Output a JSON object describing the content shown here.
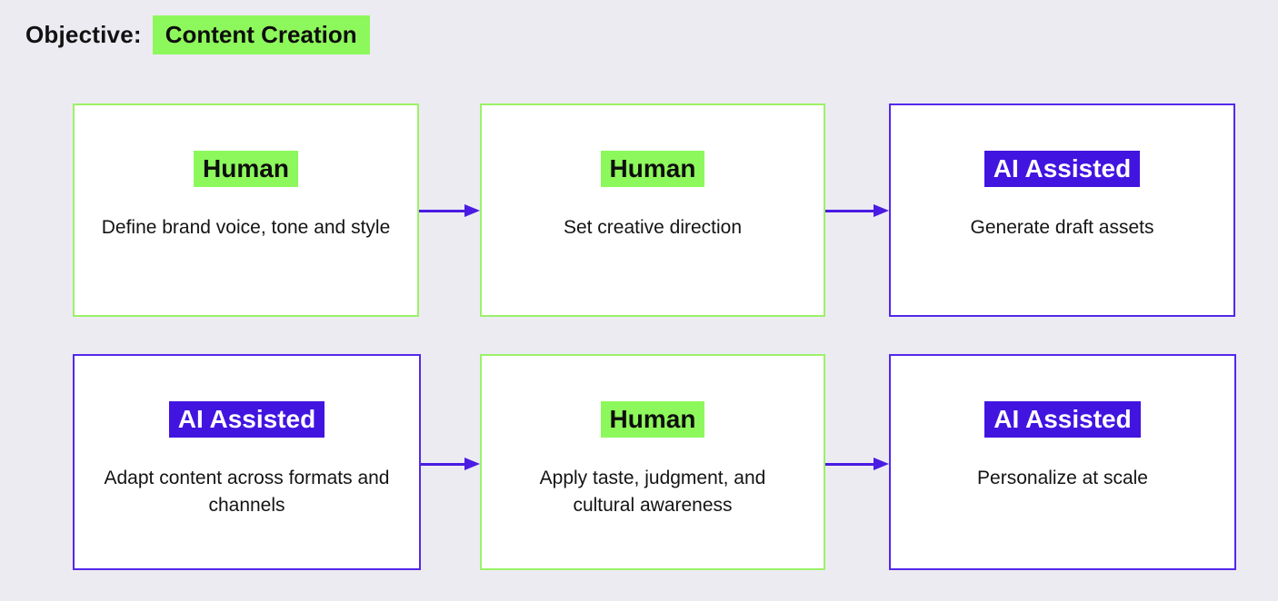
{
  "header": {
    "label": "Objective:",
    "objective": "Content Creation"
  },
  "colors": {
    "page_bg": "#ECEBF2",
    "box_bg": "#FFFFFF",
    "green_highlight": "#8DF85C",
    "green_border": "#9BF168",
    "blue_highlight": "#4214E0",
    "blue_border": "#5328EA",
    "arrow_color": "#4A1BE2",
    "text_dark": "#141414",
    "text_on_blue": "#FFFFFF"
  },
  "diagram": {
    "rows": [
      {
        "boxes": [
          {
            "type": "Human",
            "label": "Human",
            "description": "Define brand voice, tone and style"
          },
          {
            "type": "Human",
            "label": "Human",
            "description": "Set creative direction"
          },
          {
            "type": "AI Assisted",
            "label": "AI Assisted",
            "description": "Generate draft assets"
          }
        ]
      },
      {
        "boxes": [
          {
            "type": "AI Assisted",
            "label": "AI Assisted",
            "description": "Adapt content across formats and channels"
          },
          {
            "type": "Human",
            "label": "Human",
            "description": "Apply taste, judgment, and cultural awareness"
          },
          {
            "type": "AI Assisted",
            "label": "AI Assisted",
            "description": "Personalize at scale"
          }
        ]
      }
    ],
    "connections": [
      {
        "from": "row1-box1",
        "to": "row1-box2",
        "direction": "right"
      },
      {
        "from": "row1-box2",
        "to": "row1-box3",
        "direction": "right"
      },
      {
        "from": "row2-box1",
        "to": "row2-box2",
        "direction": "right"
      },
      {
        "from": "row2-box2",
        "to": "row2-box3",
        "direction": "right"
      }
    ]
  }
}
